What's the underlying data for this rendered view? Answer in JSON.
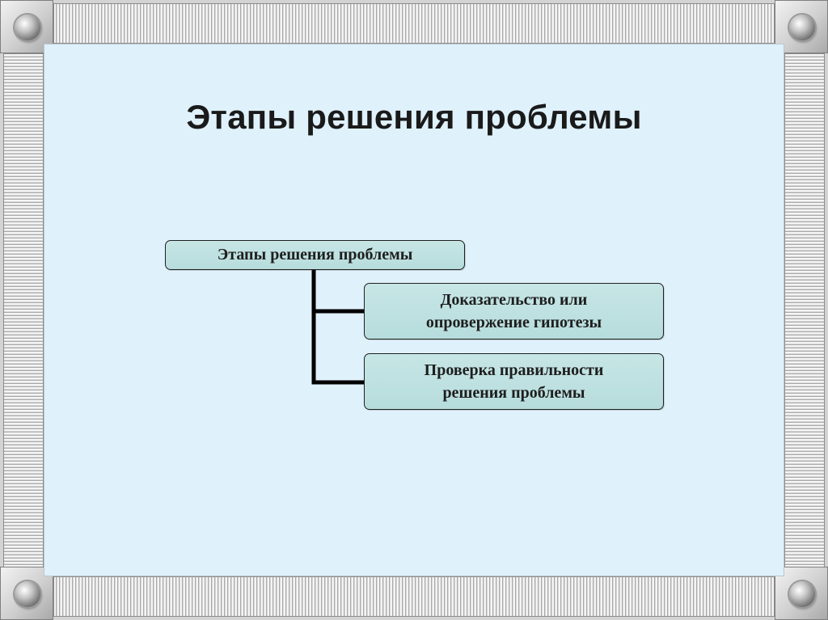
{
  "slide": {
    "title": "Этапы решения проблемы"
  },
  "diagram": {
    "root": {
      "label": "Этапы решения проблемы"
    },
    "children": [
      {
        "line1": "Доказательство или",
        "line2": "опровержение гипотезы"
      },
      {
        "line1": "Проверка правильности",
        "line2": "решения проблемы"
      }
    ]
  },
  "colors": {
    "background": "#dff1fb",
    "node_fill": "#bfe1e1",
    "connector": "#000000",
    "frame": "#c8c8c8"
  }
}
